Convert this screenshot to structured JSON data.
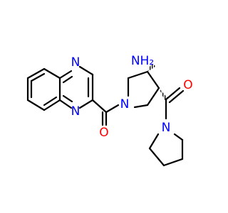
{
  "molecule": {
    "atoms": {
      "n_quinox_top": {
        "symbol": "N",
        "color": "#0000ff"
      },
      "n_quinox_bottom": {
        "symbol": "N",
        "color": "#0000ff"
      },
      "n_pyrrolidine_ring": {
        "symbol": "N",
        "color": "#0000ff"
      },
      "n_pyrrolidine_amide": {
        "symbol": "N",
        "color": "#0000ff"
      },
      "o_carbonyl_left": {
        "symbol": "O",
        "color": "#ff0000"
      },
      "o_carbonyl_right": {
        "symbol": "O",
        "color": "#ff0000"
      },
      "nh2_amine": {
        "symbol": "NH₂",
        "color": "#0000ff"
      }
    },
    "colors": {
      "carbon_bond": "#000000",
      "nitrogen": "#0000ff",
      "oxygen": "#ff0000"
    }
  }
}
